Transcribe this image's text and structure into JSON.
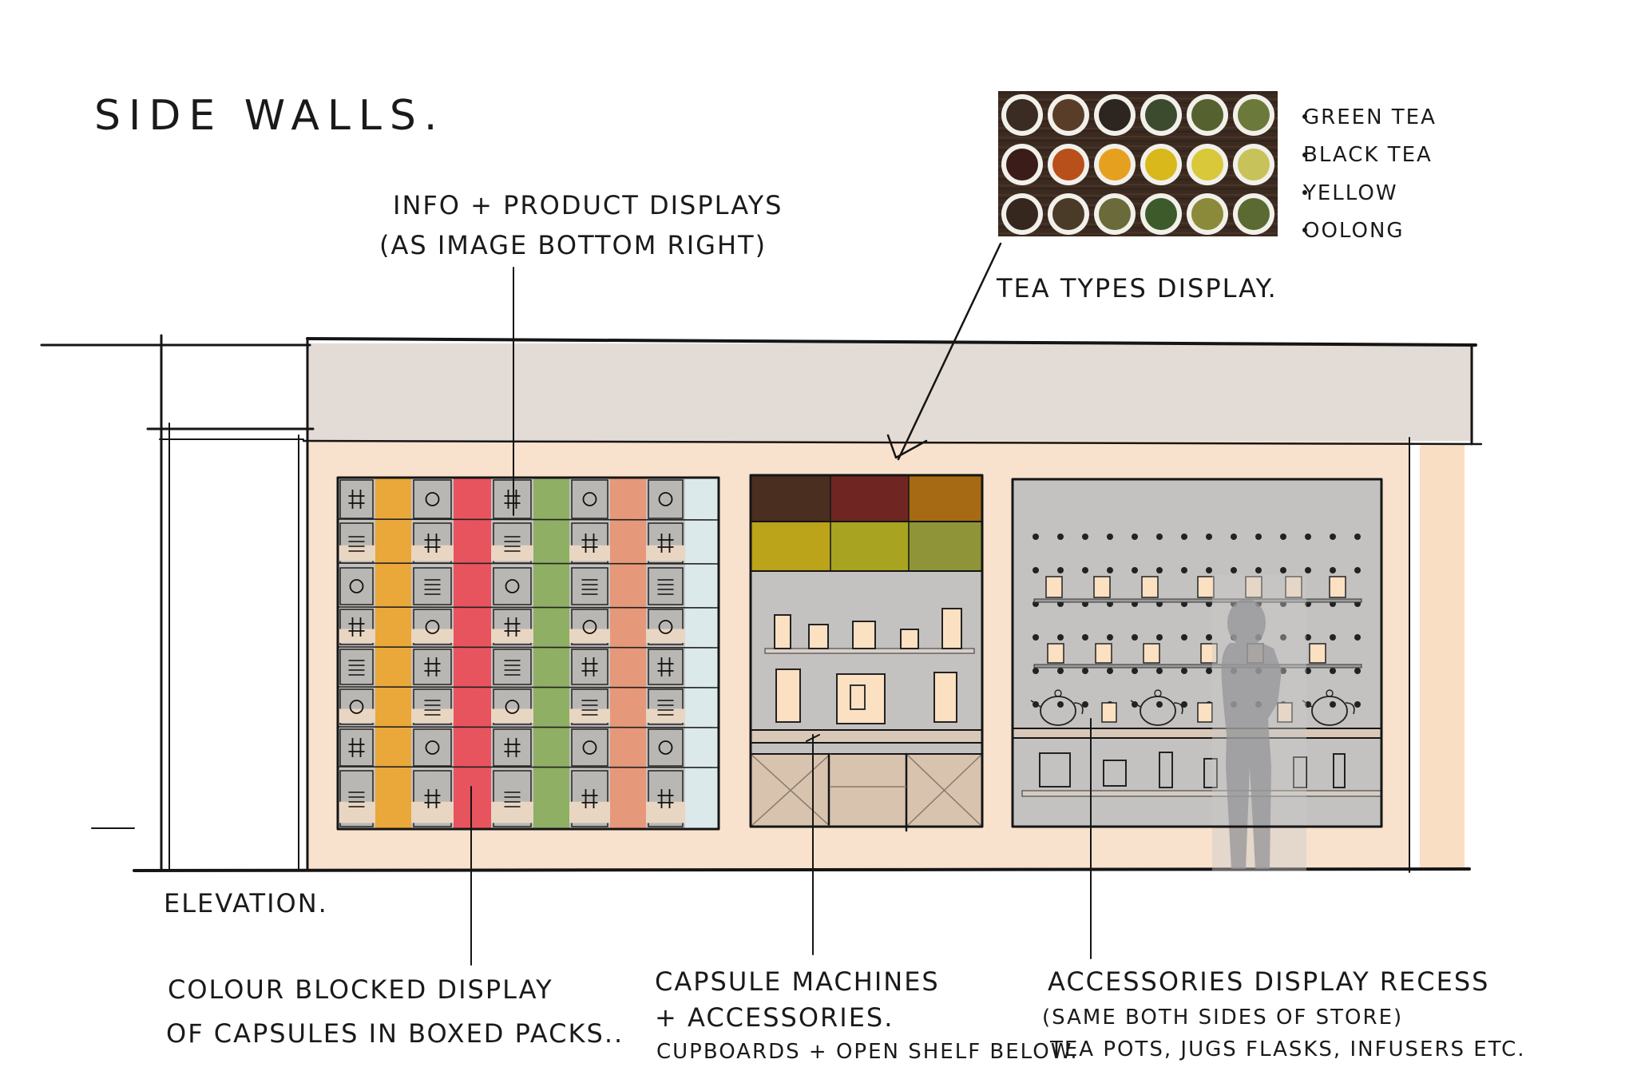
{
  "title": "SIDE WALLS.",
  "elevation_label": "ELEVATION.",
  "tea_types": {
    "label": "TEA TYPES DISPLAY.",
    "list": [
      "GREEN TEA",
      "BLACK TEA",
      "YELLOW",
      "OOLONG"
    ]
  },
  "annotations": {
    "info_display": {
      "line1": "INFO + PRODUCT DISPLAYS",
      "line2": "(AS IMAGE BOTTOM RIGHT)"
    },
    "colour_display": {
      "line1": "COLOUR BLOCKED DISPLAY",
      "line2": "OF CAPSULES IN BOXED PACKS.."
    },
    "capsule_machines": {
      "line1": "CAPSULE MACHINES",
      "line2": "+ ACCESSORIES.",
      "line3": "CUPBOARDS + OPEN SHELF BELOW."
    },
    "accessories": {
      "line1": "ACCESSORIES DISPLAY RECESS",
      "line2": "(SAME BOTH SIDES OF STORE)",
      "line3": "TEA POTS, JUGS FLASKS, INFUSERS ETC."
    }
  },
  "colors": {
    "wall": "#f8e2ce",
    "fascia": "#e3dbd5",
    "grey_panel": "#c4c2c0",
    "strip_orange": "#eaa73a",
    "strip_red": "#e8545e",
    "strip_green": "#8eaf64",
    "strip_salmon": "#e6987a",
    "strip_pale_blue": "#dce9ea",
    "tea_blocks": [
      "#4a2e20",
      "#6f2622",
      "#a66a14",
      "#bba31a",
      "#a8a321",
      "#8f9438"
    ]
  }
}
